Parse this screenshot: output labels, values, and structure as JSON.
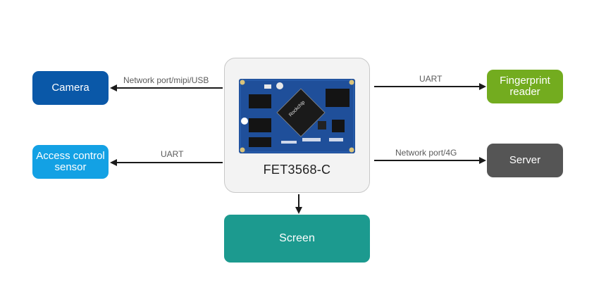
{
  "colors": {
    "camera": "#0a58a8",
    "access_sensor": "#13a1e4",
    "fingerprint": "#73ac1f",
    "server": "#555555",
    "screen": "#1c9a8f",
    "arrow": "#1a1a1a",
    "board_pcb": "#1f4f9a"
  },
  "nodes": {
    "camera": "Camera",
    "access_sensor": "Access control sensor",
    "fingerprint": "Fingerprint reader",
    "server": "Server",
    "screen": "Screen",
    "core": "FET3568-C"
  },
  "edges": {
    "camera": "Network port/mipi/USB",
    "access_sensor": "UART",
    "fingerprint": "UART",
    "server": "Network port/4G"
  },
  "board": {
    "chip_label": "Rockchip"
  },
  "icons": [
    "cpu-module-image",
    "arrow-icon"
  ]
}
